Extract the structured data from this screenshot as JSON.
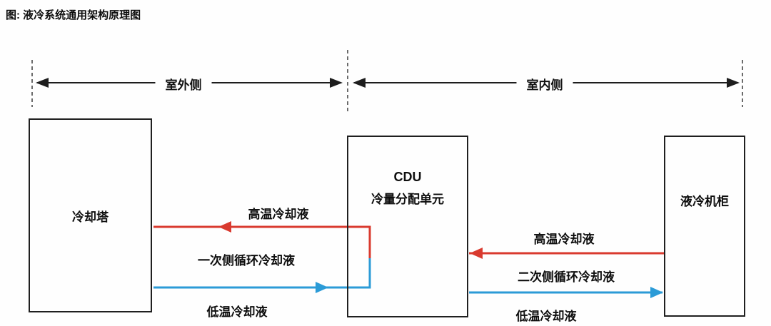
{
  "title": "图: 液冷系统通用架构原理图",
  "zones": {
    "outdoor": "室外侧",
    "indoor": "室内侧"
  },
  "boxes": {
    "cooling_tower": "冷却塔",
    "cdu_title": "CDU",
    "cdu_subtitle": "冷量分配单元",
    "cabinet": "液冷机柜"
  },
  "flows": {
    "primary_hot": "高温冷却液",
    "primary_loop": "一次侧循环冷却液",
    "primary_cold": "低温冷却液",
    "secondary_hot": "高温冷却液",
    "secondary_loop": "二次侧循环冷却液",
    "secondary_cold": "低温冷却液"
  },
  "colors": {
    "hot_line": "#d93a2f",
    "cold_line": "#2b9bd7",
    "stroke": "#1d1d1d",
    "background": "#fefefe"
  }
}
